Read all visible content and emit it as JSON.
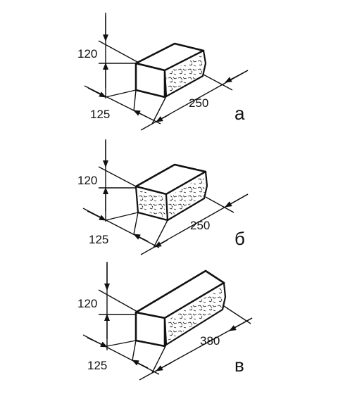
{
  "figures": [
    {
      "id": "a",
      "height": "120",
      "width": "125",
      "length": "250",
      "letter": "а"
    },
    {
      "id": "b",
      "height": "120",
      "width": "125",
      "length": "250",
      "letter": "б"
    },
    {
      "id": "v",
      "height": "120",
      "width": "125",
      "length": "380",
      "letter": "в"
    }
  ]
}
